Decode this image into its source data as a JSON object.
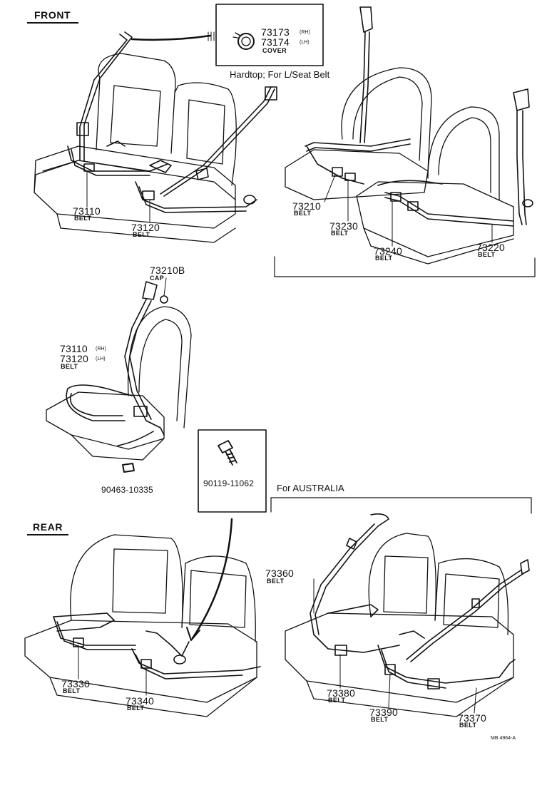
{
  "sections": {
    "front": "FRONT",
    "rear": "REAR",
    "australia": "For AUSTRALIA"
  },
  "cover_box": {
    "part_rh": "73173",
    "side_rh": "(RH)",
    "part_lh": "73174",
    "side_lh": "(LH)",
    "name": "COVER",
    "caption": "Hardtop; For L/Seat Belt"
  },
  "bolt_box": {
    "part": "90119-11062"
  },
  "labels": {
    "p73110": "73110",
    "p73120": "73120",
    "p73210": "73210",
    "p73230": "73230",
    "p73240": "73240",
    "p73220": "73220",
    "p73210b": "73210B",
    "cap": "CAP",
    "p73110_rh": "73110",
    "rh": "(RH)",
    "p73120_lh": "73120",
    "lh": "(LH)",
    "p90463": "90463-10335",
    "p73330": "73330",
    "p73340": "73340",
    "p73360": "73360",
    "p73380": "73380",
    "p73390": "73390",
    "p73370": "73370",
    "belt": "BELT",
    "ref": "MB 4964-A"
  }
}
